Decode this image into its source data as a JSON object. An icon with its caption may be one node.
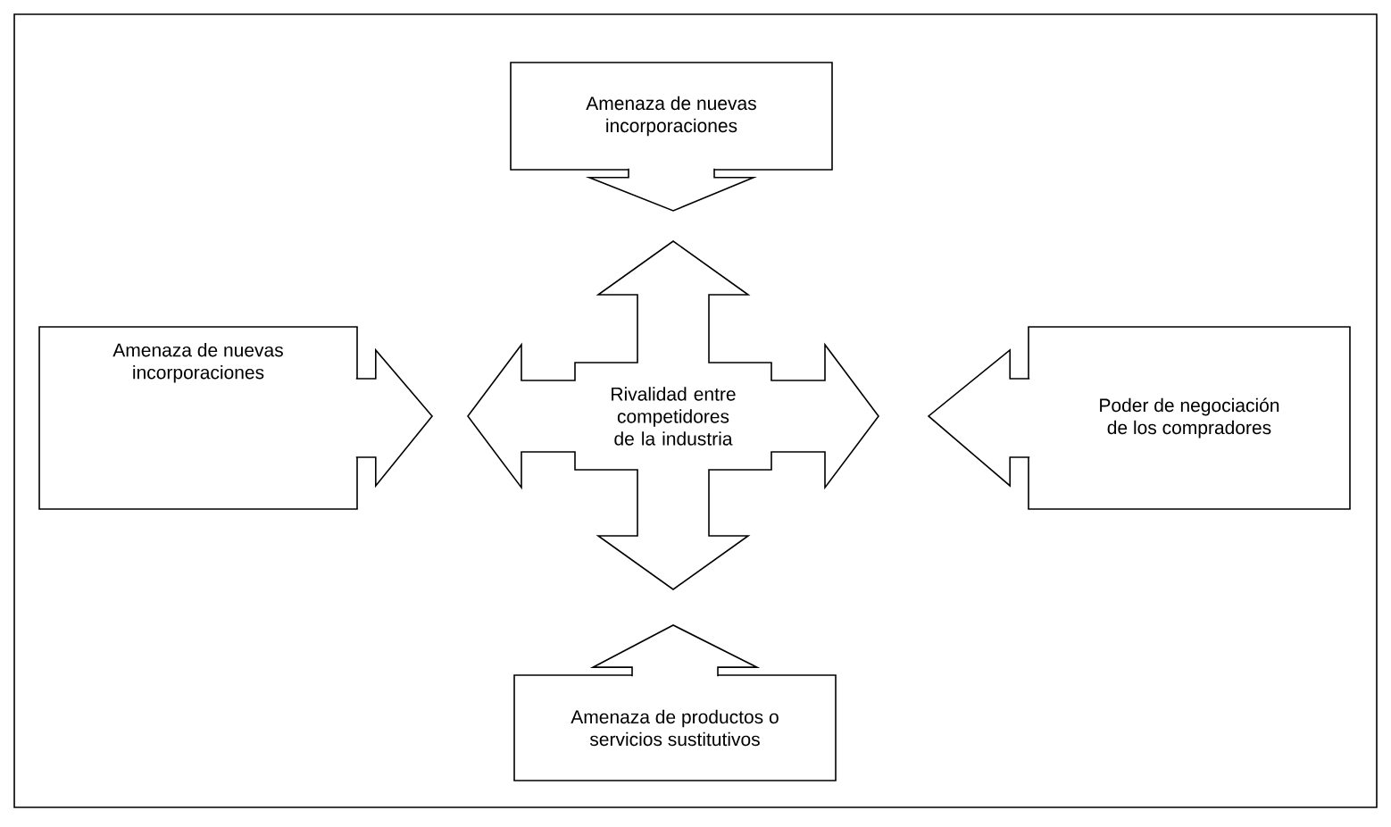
{
  "diagram": {
    "nodes": [
      {
        "text": [
          "Amenaza de nuevas incorporaciones"
        ]
      },
      {
        "text": [
          "Amenaza de nuevas incorporaciones"
        ]
      },
      {
        "text": [
          "Rivalidad entre competidores de la industria"
        ]
      },
      {
        "text": [
          "Poder de negociación de los compradores"
        ]
      },
      {
        "text": [
          "Amenaza de productos o servicios sustitutivos"
        ]
      }
    ],
    "edges": [
      {
        "from": 0,
        "to": 2,
        "arrow": "to"
      },
      {
        "from": 1,
        "to": 2,
        "arrow": "to"
      },
      {
        "from": 3,
        "to": 2,
        "arrow": "to"
      },
      {
        "from": 4,
        "to": 2,
        "arrow": "to"
      }
    ]
  }
}
